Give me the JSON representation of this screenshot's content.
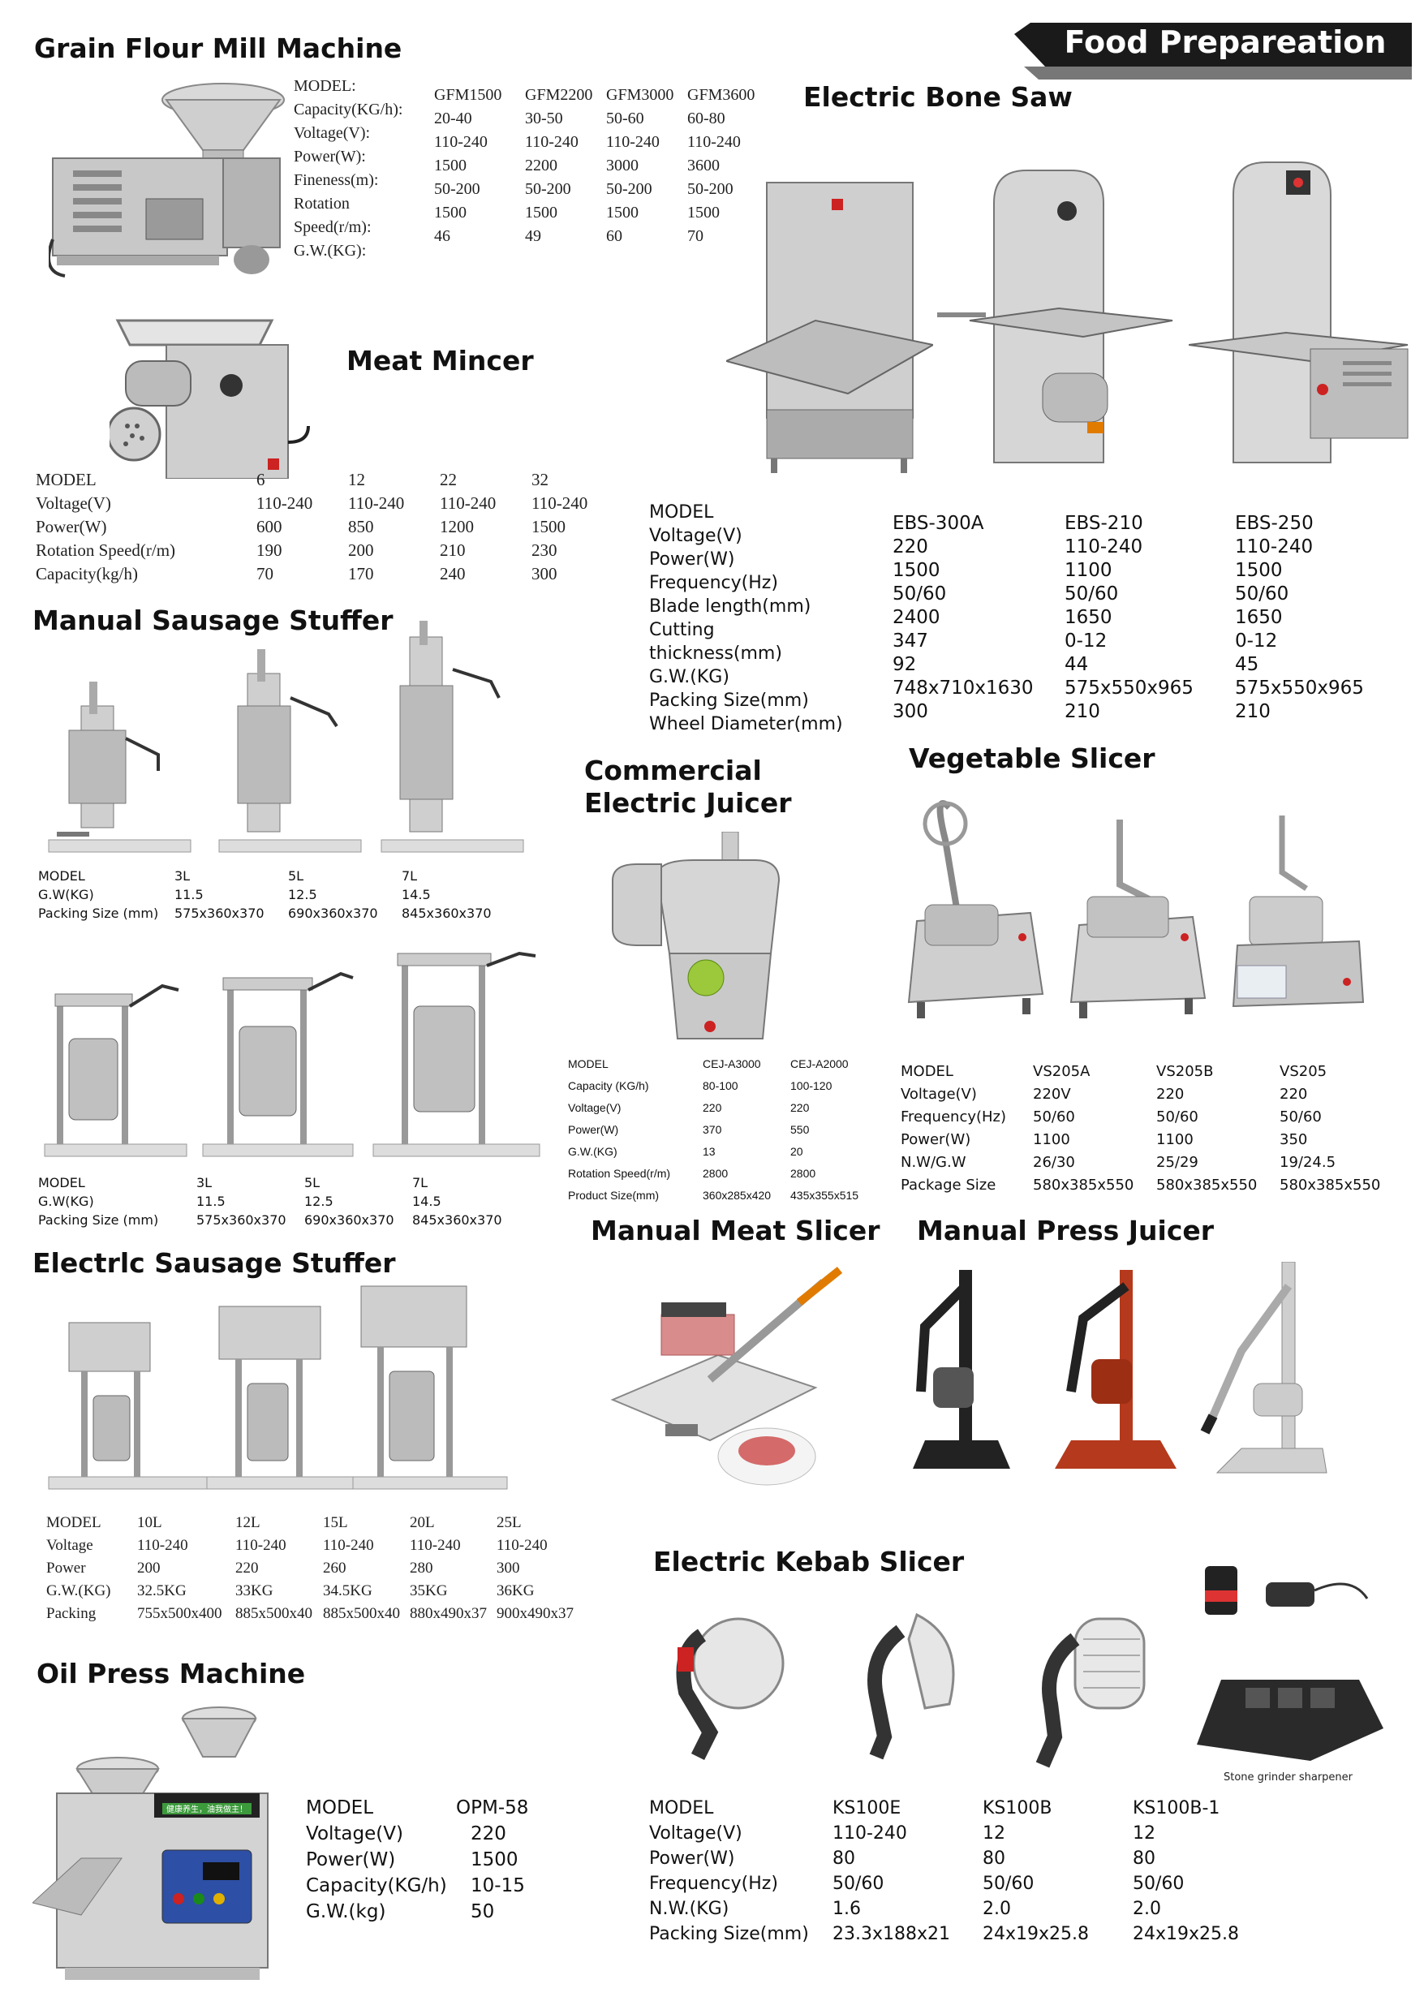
{
  "banner": "Food Prepareation",
  "grain": {
    "title": "Grain Flour Mill Machine",
    "labels": [
      "MODEL:",
      "Capacity(KG/h):",
      "Voltage(V):",
      "Power(W):",
      "Fineness(m):",
      "Rotation",
      "Speed(r/m):",
      "G.W.(KG):"
    ],
    "cols": [
      [
        "GFM1500",
        "20-40",
        "110-240",
        "1500",
        "50-200",
        "1500",
        "46"
      ],
      [
        "GFM2200",
        "30-50",
        "110-240",
        "2200",
        "50-200",
        "1500",
        "49"
      ],
      [
        "GFM3000",
        "50-60",
        "110-240",
        "3000",
        "50-200",
        "1500",
        "60"
      ],
      [
        "GFM3600",
        "60-80",
        "110-240",
        "3600",
        "50-200",
        "1500",
        "70"
      ]
    ]
  },
  "mincer": {
    "title": "Meat Mincer",
    "rows": [
      [
        "MODEL",
        "6",
        "12",
        "22",
        "32"
      ],
      [
        "Voltage(V)",
        "110-240",
        "110-240",
        "110-240",
        "110-240"
      ],
      [
        "Power(W)",
        "600",
        "850",
        "1200",
        "1500"
      ],
      [
        "Rotation Speed(r/m)",
        "190",
        "200",
        "210",
        "230"
      ],
      [
        "Capacity(kg/h)",
        "70",
        "170",
        "240",
        "300"
      ]
    ]
  },
  "bonesaw": {
    "title": "Electric Bone Saw",
    "labels": [
      "MODEL",
      "Voltage(V)",
      "Power(W)",
      "Frequency(Hz)",
      "Blade length(mm)",
      "Cutting",
      "thickness(mm)",
      "G.W.(KG)",
      "Packing Size(mm)",
      "Wheel Diameter(mm)"
    ],
    "cols": [
      [
        "EBS-300A",
        "220",
        "1500",
        "50/60",
        "2400",
        "347",
        "92",
        "748x710x1630",
        "300"
      ],
      [
        "EBS-210",
        "110-240",
        "1100",
        "50/60",
        "1650",
        "0-12",
        "44",
        "575x550x965",
        "210"
      ],
      [
        "EBS-250",
        "110-240",
        "1500",
        "50/60",
        "1650",
        "0-12",
        "45",
        "575x550x965",
        "210"
      ]
    ]
  },
  "manual_sausage": {
    "title": "Manual Sausage Stuffer",
    "table1": [
      [
        "MODEL",
        "3L",
        "5L",
        "7L"
      ],
      [
        "G.W(KG)",
        "11.5",
        "12.5",
        "14.5"
      ],
      [
        "Packing Size (mm)",
        "575x360x370",
        "690x360x370",
        "845x360x370"
      ]
    ],
    "table2": [
      [
        "MODEL",
        "3L",
        "5L",
        "7L"
      ],
      [
        "G.W(KG)",
        "11.5",
        "12.5",
        "14.5"
      ],
      [
        "Packing Size (mm)",
        "575x360x370",
        "690x360x370",
        "845x360x370"
      ]
    ]
  },
  "juicer": {
    "title1": "Commercial",
    "title2": "Electric Juicer",
    "rows": [
      [
        "MODEL",
        "CEJ-A3000",
        "CEJ-A2000"
      ],
      [
        "Capacity (KG/h)",
        "80-100",
        "100-120"
      ],
      [
        "Voltage(V)",
        "220",
        "220"
      ],
      [
        "Power(W)",
        "370",
        "550"
      ],
      [
        "G.W.(KG)",
        "13",
        "20"
      ],
      [
        "Rotation Speed(r/m)",
        "2800",
        "2800"
      ],
      [
        "Product Size(mm)",
        "360x285x420",
        "435x355x515"
      ]
    ]
  },
  "veg": {
    "title": "Vegetable Slicer",
    "rows": [
      [
        "MODEL",
        "VS205A",
        "VS205B",
        "VS205"
      ],
      [
        "Voltage(V)",
        "220V",
        "220",
        "220"
      ],
      [
        "Frequency(Hz)",
        "50/60",
        "50/60",
        "50/60"
      ],
      [
        "Power(W)",
        "1100",
        "1100",
        "350"
      ],
      [
        "N.W/G.W",
        "26/30",
        "25/29",
        "19/24.5"
      ],
      [
        "Package Size",
        "580x385x550",
        "580x385x550",
        "580x385x550"
      ]
    ]
  },
  "meatslicer": {
    "title": "Manual Meat Slicer"
  },
  "pressjuicer": {
    "title": "Manual Press Juicer"
  },
  "elec_sausage": {
    "title": "Electrlc Sausage Stuffer",
    "rows": [
      [
        "MODEL",
        "10L",
        "12L",
        "15L",
        "20L",
        "25L"
      ],
      [
        "Voltage",
        "110-240",
        "110-240",
        "110-240",
        "110-240",
        "110-240"
      ],
      [
        "Power",
        "200",
        "220",
        "260",
        "280",
        "300"
      ],
      [
        "G.W.(KG)",
        "32.5KG",
        "33KG",
        "34.5KG",
        "35KG",
        "36KG"
      ],
      [
        "Packing",
        "755x500x400",
        "885x500x40",
        "885x500x40",
        "880x490x37",
        "900x490x37"
      ]
    ]
  },
  "kebab": {
    "title": "Electric Kebab Slicer",
    "caption": "Stone grinder sharpener",
    "rows": [
      [
        "MODEL",
        "KS100E",
        "KS100B",
        "KS100B-1"
      ],
      [
        "Voltage(V)",
        "110-240",
        "12",
        "12"
      ],
      [
        "Power(W)",
        "80",
        "80",
        "80"
      ],
      [
        "Frequency(Hz)",
        "50/60",
        "50/60",
        "50/60"
      ],
      [
        "N.W.(KG)",
        "1.6",
        "2.0",
        "2.0"
      ],
      [
        "Packing Size(mm)",
        "23.3x188x21",
        "24x19x25.8",
        "24x19x25.8"
      ]
    ]
  },
  "oilpress": {
    "title": "Oil Press Machine",
    "panel_text": "健康养生，油我做主！",
    "rows": [
      [
        "MODEL",
        "OPM-58"
      ],
      [
        "Voltage(V)",
        "220"
      ],
      [
        "Power(W)",
        "1500"
      ],
      [
        "Capacity(KG/h)",
        "10-15"
      ],
      [
        "G.W.(kg)",
        "50"
      ]
    ]
  }
}
